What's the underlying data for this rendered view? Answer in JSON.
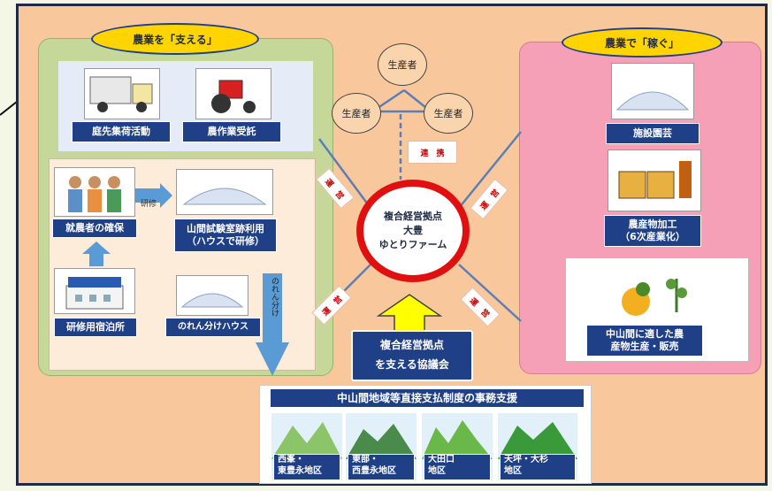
{
  "left_panel": {
    "title": "農業を「支える」",
    "items": {
      "collection": "庭先集荷活動",
      "farm_work": "農作業受託",
      "newcomer": "就農者の確保",
      "training_arrow": "研修",
      "lab_use_line1": "山間試験室跡利用",
      "lab_use_line2": "（ハウスで研修）",
      "lodging": "研修用宿泊所",
      "noren_house": "のれん分けハウス",
      "noren_split": "のれん分け"
    }
  },
  "right_panel": {
    "title": "農業で「稼ぐ」",
    "items": {
      "greenhouse": "施設園芸",
      "processing_line1": "農産物加工",
      "processing_line2": "（6次産業化）",
      "produce_line1": "中山間に適した農",
      "produce_line2": "産物生産・販売"
    }
  },
  "center": {
    "producers": [
      "生産者",
      "生産者",
      "生産者"
    ],
    "cooperation": "連　携",
    "hub_title": "複合経営拠点",
    "hub_name_line1": "大豊",
    "hub_name_line2": "ゆとりファーム",
    "operation": "運　営",
    "council_line1": "複合経営拠点",
    "council_line2": "を支える協議会"
  },
  "bottom": {
    "title": "中山間地域等直接支払制度の事務支援",
    "districts": [
      {
        "line1": "西峯・",
        "line2": "東豊永地区"
      },
      {
        "line1": "東部・",
        "line2": "西豊永地区"
      },
      {
        "line1": "大田口",
        "line2": "地区"
      },
      {
        "line1": "天坪・大杉",
        "line2": "地区"
      }
    ]
  },
  "colors": {
    "background": "#f9c79c",
    "left_panel": "#c5d89a",
    "right_panel": "#f6a0b8",
    "label": "#1f3f86",
    "pill": "#ffd400",
    "hub_ring": "#e01010",
    "arrow": "#5b9bd5"
  }
}
